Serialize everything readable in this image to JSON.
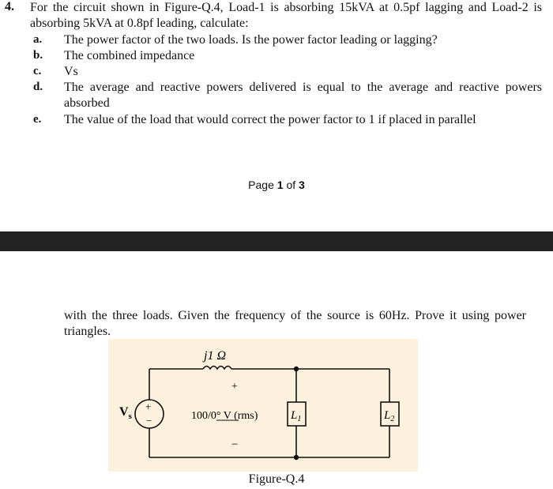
{
  "question": {
    "number": "4.",
    "stem": "For the circuit shown in Figure-Q.4, Load-1 is absorbing 15kVA at 0.5pf lagging and Load-2 is absorbing 5kVA at 0.8pf leading, calculate:",
    "items": [
      {
        "label": "a.",
        "text": "The power factor of the two loads. Is the power factor leading or lagging?"
      },
      {
        "label": "b.",
        "text": "The combined impedance"
      },
      {
        "label": "c.",
        "text": "Vs"
      },
      {
        "label": "d.",
        "text": "The average and reactive powers delivered is equal to the average and reactive powers absorbed"
      },
      {
        "label": "e.",
        "text": "The value of the load that would correct the power factor to 1 if placed in parallel"
      }
    ],
    "continuation": "with the three loads. Given the frequency of the source is 60Hz. Prove it using power triangles."
  },
  "footer": {
    "page_word": "Page",
    "page_current": "1",
    "page_of": "of",
    "page_total": "3"
  },
  "figure": {
    "inductor_label": "j1 Ω",
    "source_label": "V",
    "source_subscript": "s",
    "plus_sign": "+",
    "minus_sign": "−",
    "voltage_label": "100/0° V (rms)",
    "load1_label": "L",
    "load1_subscript": "1",
    "load2_label": "L",
    "load2_subscript": "2",
    "caption": "Figure-Q.4"
  },
  "colors": {
    "figure_background": "#fbf1dc",
    "page_divider": "#232323"
  }
}
